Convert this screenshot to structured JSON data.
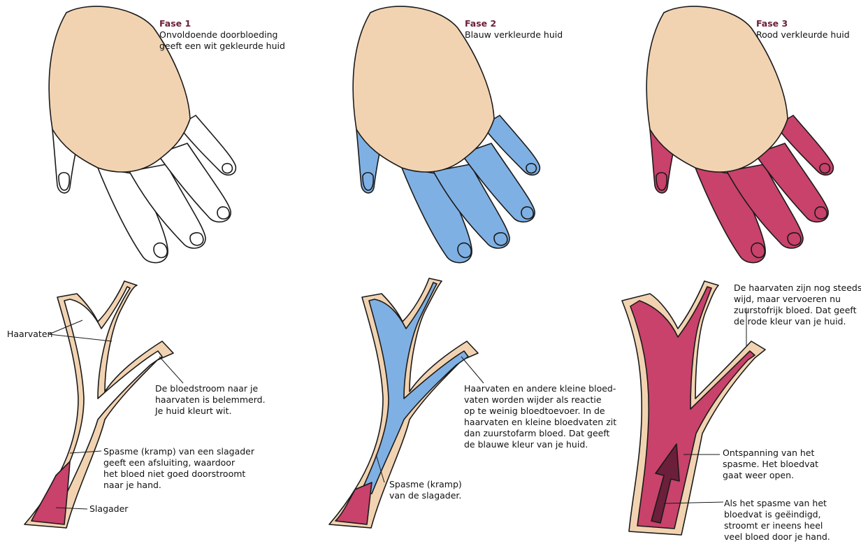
{
  "phases": [
    {
      "title": "Fase 1",
      "lines": [
        "Onvoldoende doorbloeding",
        "geeft een wit gekleurde huid"
      ]
    },
    {
      "title": "Fase 2",
      "lines": [
        "Blauw verkleurde huid"
      ]
    },
    {
      "title": "Fase 3",
      "lines": [
        "Rood verkleurde huid"
      ]
    }
  ],
  "labels": {
    "haarvaten": "Haarvaten",
    "bloedstroom": [
      "De bloedstroom naar je",
      "haarvaten is belemmerd.",
      "Je huid kleurt wit."
    ],
    "spasme1": [
      "Spasme (kramp) van een slagader",
      "geeft een afsluiting, waardoor",
      "het bloed niet goed doorstroomt",
      "naar je hand."
    ],
    "slagader": "Slagader",
    "haarvaten2": [
      "Haarvaten en andere kleine bloed-",
      "vaten worden wijder als reactie",
      "op te weinig bloedtoevoer. In de",
      "haarvaten en kleine bloedvaten zit",
      "dan zuurstofarm bloed. Dat geeft",
      "de blauwe kleur van je huid."
    ],
    "spasme2": [
      "Spasme (kramp)",
      "van de slagader."
    ],
    "haarvaten3": [
      "De haarvaten zijn nog steeds",
      "wijd, maar vervoeren nu",
      "zuurstofrijk bloed. Dat geeft",
      "de rode kleur van je huid."
    ],
    "ontspanning": [
      "Ontspanning van het",
      "spasme. Het bloedvat",
      "gaat weer open."
    ],
    "einde": [
      "Als het spasme van het",
      "bloedvat is geëindigd,",
      "stroomt er ineens heel",
      "veel bloed door je hand."
    ]
  },
  "colors": {
    "skin": "#f2d3b1",
    "white": "#ffffff",
    "blue": "#7fb0e3",
    "red": "#c8426b",
    "dark_red": "#6b1f3a",
    "outline": "#1a1a1a"
  }
}
